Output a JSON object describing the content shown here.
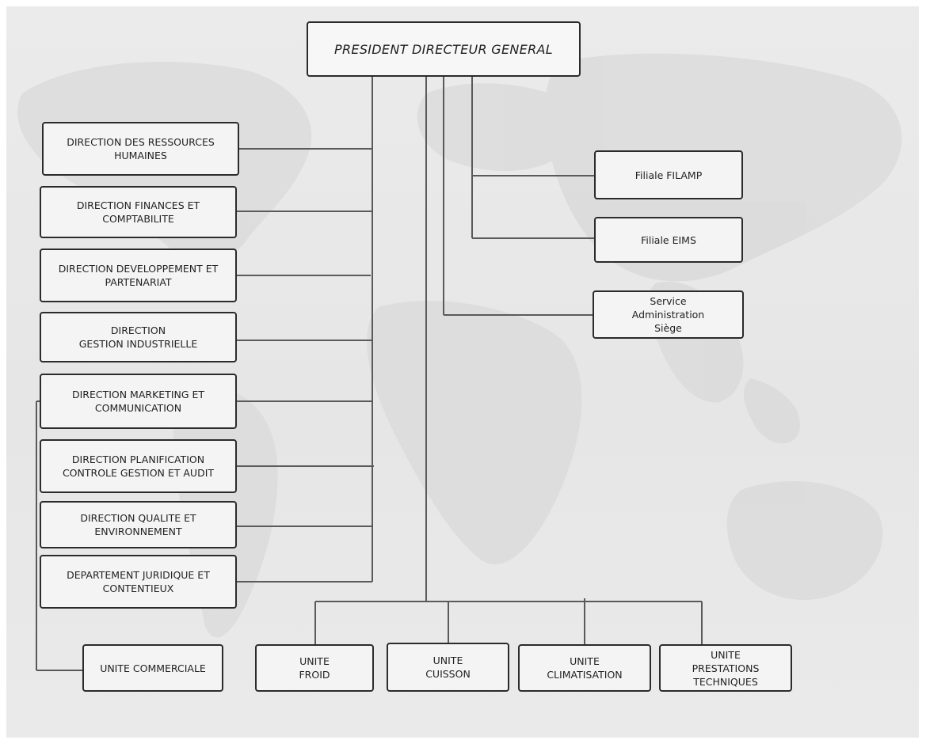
{
  "org_chart": {
    "ceo": "PRESIDENT DIRECTEUR GENERAL",
    "directions": [
      "DIRECTION DES RESSOURCES\nHUMAINES",
      "DIRECTION FINANCES ET\nCOMPTABILITE",
      "DIRECTION DEVELOPPEMENT ET\nPARTENARIAT",
      "DIRECTION\nGESTION INDUSTRIELLE",
      "DIRECTION MARKETING ET\nCOMMUNICATION",
      "DIRECTION PLANIFICATION\nCONTROLE GESTION ET AUDIT",
      "DIRECTION QUALITE ET\nENVIRONNEMENT",
      "DEPARTEMENT JURIDIQUE ET\nCONTENTIEUX"
    ],
    "commercial_unit": "UNITE COMMERCIALE",
    "subsidiaries": [
      "Filiale FILAMP",
      "Filiale EIMS",
      "Service\nAdministration\nSiège"
    ],
    "units": [
      "UNITE\nFROID",
      "UNITE\nCUISSON",
      "UNITE\nCLIMATISATION",
      "UNITE\nPRESTATIONS\nTECHNIQUES"
    ]
  }
}
